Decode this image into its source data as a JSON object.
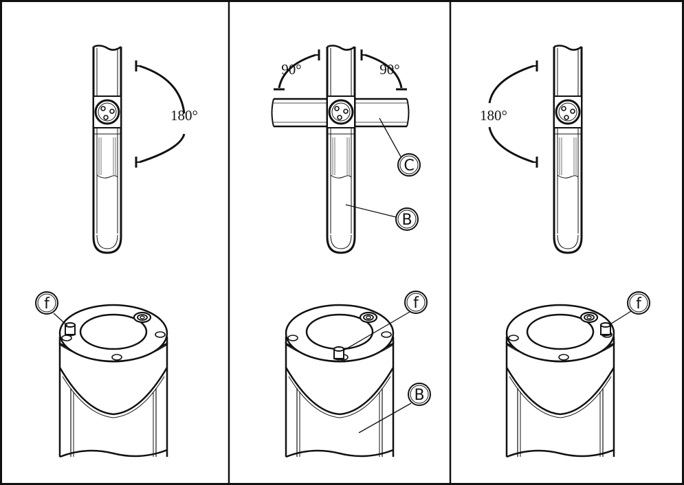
{
  "panels": [
    {
      "top": {
        "angle_label": "180°"
      },
      "bottom": {
        "callout": "f"
      }
    },
    {
      "top": {
        "angle_left": "90°",
        "angle_right": "90°",
        "callout_c": "C",
        "callout_b": "B"
      },
      "bottom": {
        "callout_f": "f",
        "callout_b": "B"
      }
    },
    {
      "top": {
        "angle_label": "180°"
      },
      "bottom": {
        "callout": "f"
      }
    }
  ],
  "colors": {
    "stroke": "#111111",
    "background": "#ffffff"
  }
}
